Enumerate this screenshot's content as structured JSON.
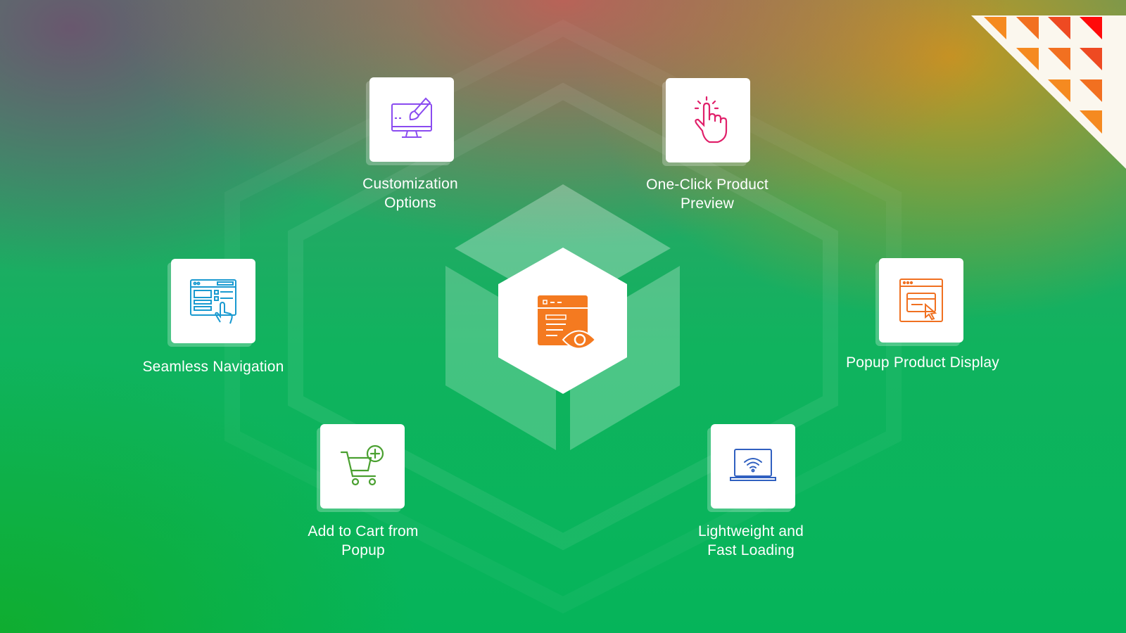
{
  "features": [
    {
      "label_lines": [
        "Customization",
        "Options"
      ],
      "icon": "monitor-paintbrush-icon",
      "color": "#8a4bf0"
    },
    {
      "label_lines": [
        "One-Click Product",
        "Preview"
      ],
      "icon": "hand-click-icon",
      "color": "#e0206a"
    },
    {
      "label_lines": [
        "Seamless Navigation"
      ],
      "icon": "website-navigation-icon",
      "color": "#1a9ad0"
    },
    {
      "label_lines": [
        "Popup Product Display"
      ],
      "icon": "popup-window-cursor-icon",
      "color": "#f07020"
    },
    {
      "label_lines": [
        "Add to Cart from",
        "Popup"
      ],
      "icon": "cart-add-icon",
      "color": "#4aa030"
    },
    {
      "label_lines": [
        "Lightweight and",
        "Fast Loading"
      ],
      "icon": "laptop-wifi-icon",
      "color": "#3060c0"
    }
  ],
  "center_icon": "product-preview-eye-icon",
  "colors": {
    "accent_orange": "#f47a20",
    "white": "#ffffff"
  }
}
